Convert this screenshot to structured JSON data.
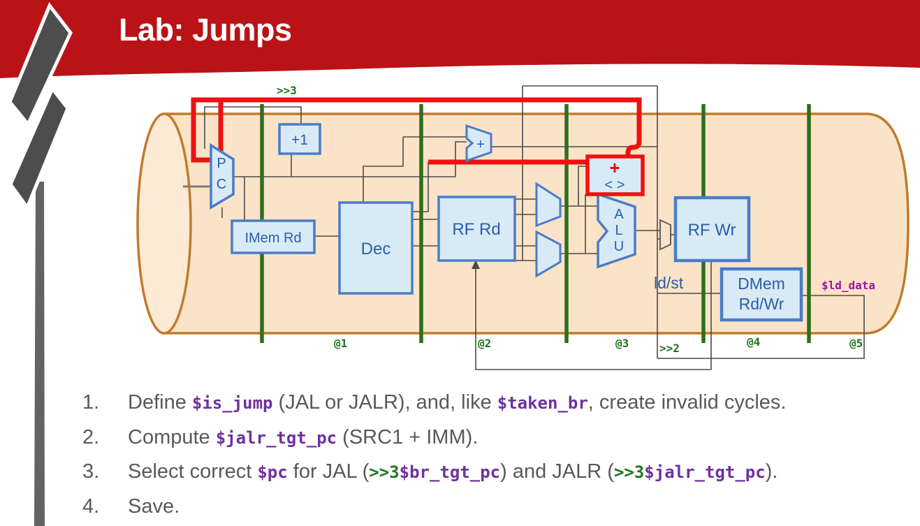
{
  "header": {
    "title": "Lab: Jumps"
  },
  "colors": {
    "banner_red": "#B91318",
    "wire_red": "#EE1111",
    "stage_green": "#2F6E1C",
    "label_green": "#1F7320",
    "cylinder_fill": "#FBE3C7",
    "cylinder_stroke": "#C07B2C",
    "box_fill": "#D9EAF7",
    "box_stroke": "#4A7CC7",
    "box_text_blue": "#2A5DA8",
    "code_purple": "#7030A0",
    "ld_data_magenta": "#A110A1",
    "body_gray": "#595959",
    "decoration_gray": "#4D4D4D"
  },
  "diagram": {
    "shift_top": ">>3",
    "shift_bottom": ">>2",
    "stage_labels": [
      "@1",
      "@2",
      "@3",
      "@4",
      "@5"
    ],
    "components": {
      "pc_p": "P",
      "pc_c": "C",
      "plus1": "+1",
      "imem": "IMem Rd",
      "dec": "Dec",
      "rf_rd": "RF Rd",
      "pc_adder_plus": "+",
      "branch_adder_plus": "+",
      "branch_cmp": "< >",
      "alu_a": "A",
      "alu_l": "L",
      "alu_u": "U",
      "rf_wr": "RF Wr",
      "dmem_line1": "DMem",
      "dmem_line2": "Rd/Wr",
      "ldst": "ld/st",
      "ld_data": "$ld_data"
    }
  },
  "instructions": {
    "items": [
      {
        "number": "1.",
        "segments": [
          {
            "v": "Define "
          },
          {
            "v": "$is_jump"
          },
          {
            "v": " (JAL or JALR), and, like "
          },
          {
            "v": "$taken_br"
          },
          {
            "v": ", create invalid cycles."
          }
        ]
      },
      {
        "number": "2.",
        "segments": [
          {
            "v": "Compute "
          },
          {
            "v": "$jalr_tgt_pc"
          },
          {
            "v": " (SRC1 + IMM)."
          }
        ]
      },
      {
        "number": "3.",
        "segments": [
          {
            "v": "Select correct "
          },
          {
            "v": "$pc"
          },
          {
            "v": " for JAL ("
          },
          {
            "v": ">>3"
          },
          {
            "v": "$br_tgt_pc"
          },
          {
            "v": ") and JALR ("
          },
          {
            "v": ">>3"
          },
          {
            "v": "$jalr_tgt_pc"
          },
          {
            "v": ")."
          }
        ]
      },
      {
        "number": "4.",
        "segments": [
          {
            "v": "Save."
          }
        ]
      }
    ]
  }
}
